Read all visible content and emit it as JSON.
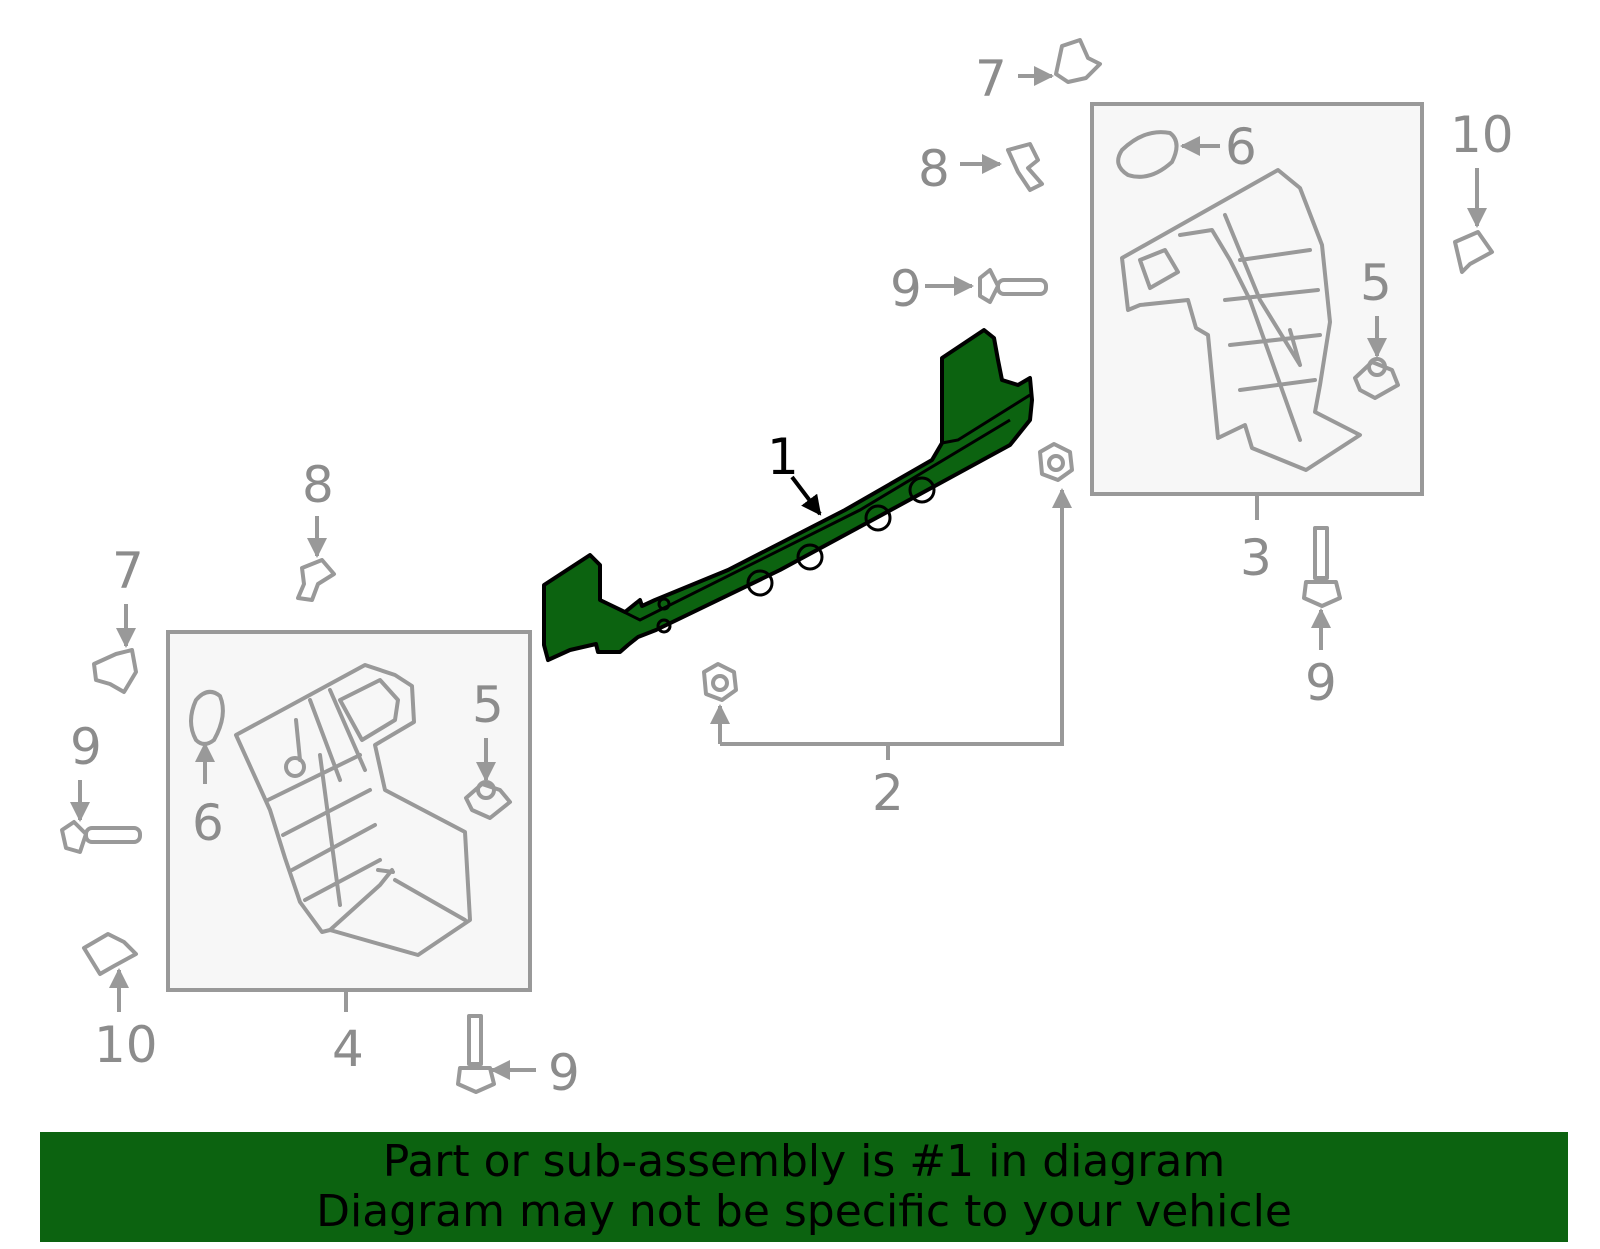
{
  "colors": {
    "highlight_part": "#0c6310",
    "banner_background": "#0c6310",
    "line_gray": "#999999",
    "label_gray": "#8c8c8c",
    "box_fill": "#f7f7f7"
  },
  "callouts": {
    "main_part": "1",
    "nuts_group": "2",
    "right_bracket": "3",
    "left_bracket": "4",
    "right_clip": "5",
    "right_seal": "6",
    "right_retainer": "7",
    "right_pin": "8",
    "right_upper_bolt": "9",
    "right_lower_bolt": "9",
    "right_fastener": "10",
    "left_clip": "5",
    "left_seal": "6",
    "left_retainer": "7",
    "left_pin": "8",
    "left_side_bolt": "9",
    "left_lower_bolt": "9",
    "left_fastener": "10"
  },
  "banner": {
    "line1": "Part or sub-assembly is #1 in diagram",
    "line2": "Diagram may not be specific to your vehicle"
  }
}
